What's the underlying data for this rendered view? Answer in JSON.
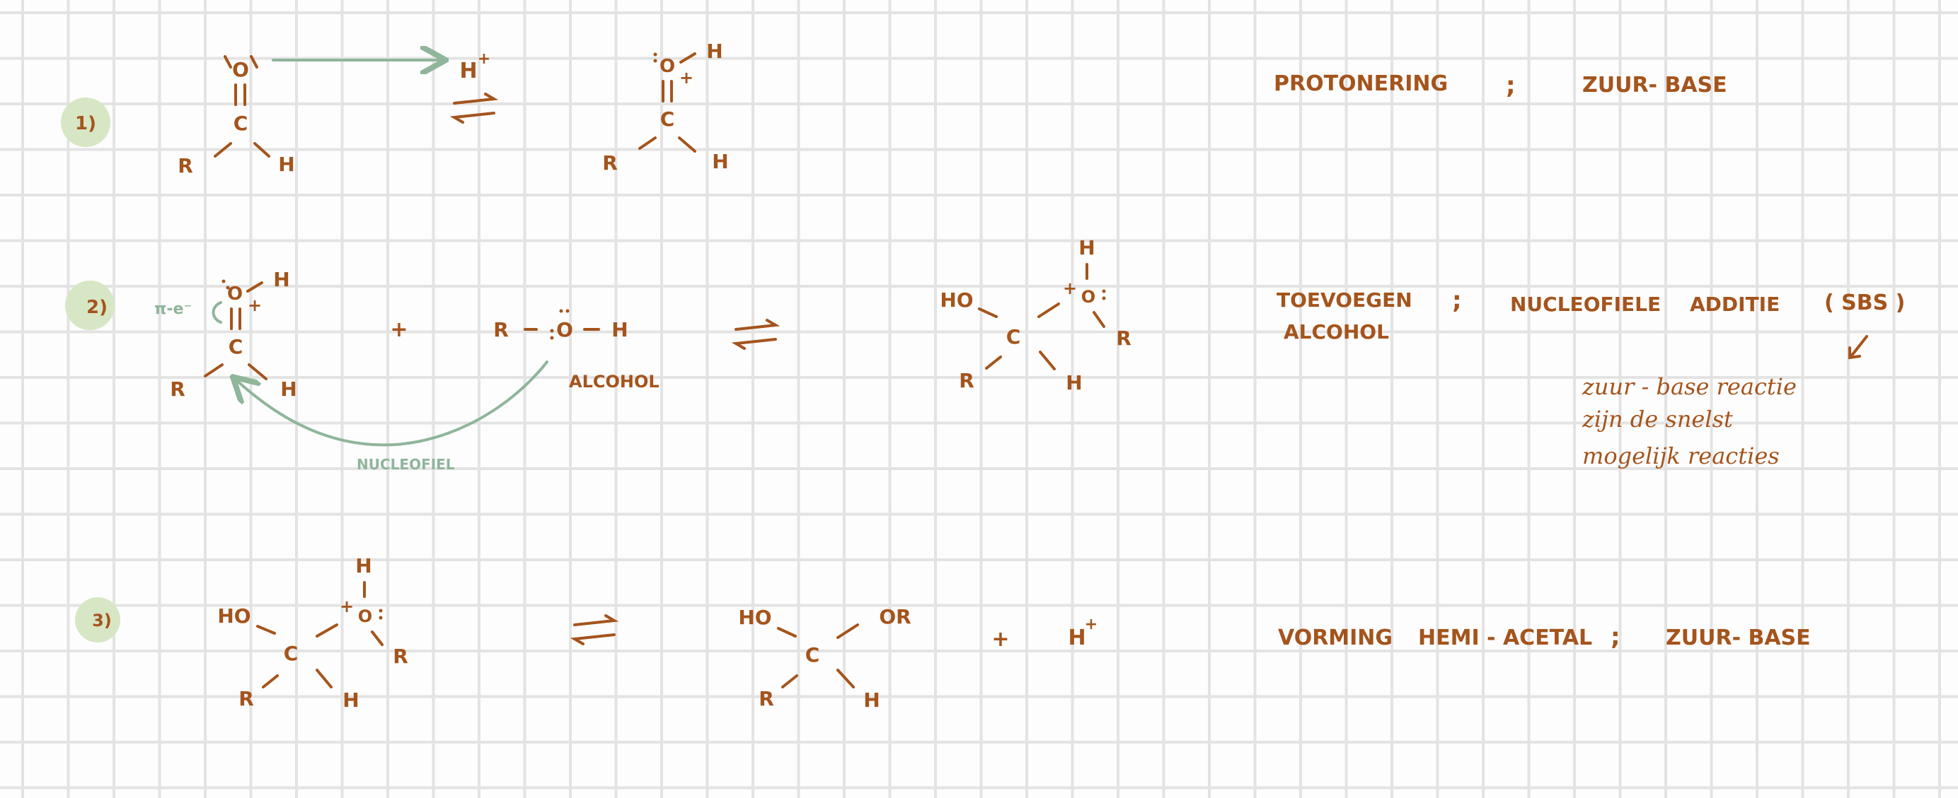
{
  "colors": {
    "ink": "#a4541c",
    "accent": "#8fb59a",
    "badge": "#d7e6c4",
    "grid": "#e3e3e3"
  },
  "steps": [
    {
      "number": "1)",
      "reactant": {
        "O": "O",
        "C": "C",
        "R": "R",
        "H": "H"
      },
      "reagent": "H",
      "reagent_charge": "+",
      "product": {
        "O": "O",
        "H_top": "H",
        "charge": "+",
        "C": "C",
        "R": "R",
        "H": "H"
      },
      "label": "PROTONERING",
      "separator": ";",
      "type": "ZUUR- BASE"
    },
    {
      "number": "2)",
      "pi_label": "π-e⁻",
      "reactant": {
        "O": "O",
        "H_top": "H",
        "charge": "+",
        "C": "C",
        "R": "R",
        "H": "H"
      },
      "plus": "+",
      "alcohol": {
        "R": "R",
        "O": "O",
        "H": "H"
      },
      "alcohol_label": "ALCOHOL",
      "nucleophile_label": "NUCLEOFIEL",
      "product": {
        "HO": "HO",
        "C": "C",
        "O": "O",
        "H_top": "H",
        "charge": "+",
        "R_right": "R",
        "R": "R",
        "H": "H"
      },
      "label_line1": "TOEVOEGEN",
      "label_line2": "ALCOHOL",
      "separator": ";",
      "type": "NUCLEOFIELE",
      "type2": "ADDITIE",
      "type_note": "( SBS )",
      "note_lines": [
        "zuur - base reactie",
        "zijn de snelst",
        "mogelijk reacties"
      ]
    },
    {
      "number": "3)",
      "reactant": {
        "HO": "HO",
        "C": "C",
        "O": "O",
        "H_top": "H",
        "charge": "+",
        "R_right": "R",
        "R": "R",
        "H": "H"
      },
      "product": {
        "HO": "HO",
        "C": "C",
        "OR": "OR",
        "R": "R",
        "H": "H"
      },
      "plus": "+",
      "released": "H",
      "released_charge": "+",
      "label": "VORMING",
      "label2": "HEMI - ACETAL",
      "separator": ";",
      "type": "ZUUR- BASE"
    }
  ]
}
